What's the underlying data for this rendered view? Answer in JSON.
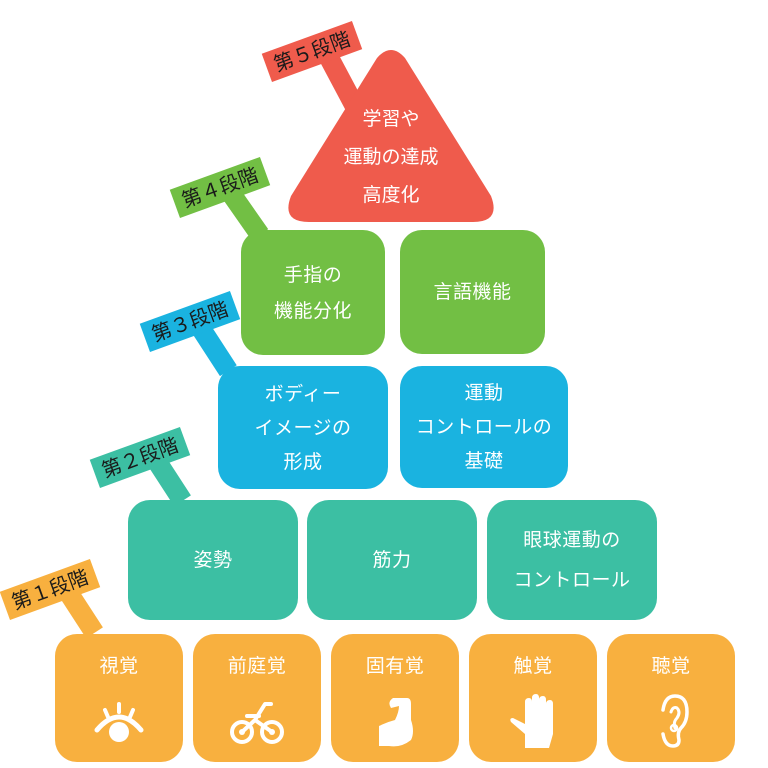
{
  "colors": {
    "stage5": "#EF5B4C",
    "stage4": "#72BF44",
    "stage3": "#1AB3E0",
    "stage2": "#3CBFA3",
    "stage1": "#F8B03F",
    "text_on_block": "#FFFFFF",
    "tag_text": "#1A1A1A"
  },
  "stages": [
    {
      "tag": "第１段階",
      "items": [
        {
          "label": "視覚",
          "icon": "eye-icon"
        },
        {
          "label": "前庭覚",
          "icon": "bicycle-icon"
        },
        {
          "label": "固有覚",
          "icon": "flexed-arm-icon"
        },
        {
          "label": "触覚",
          "icon": "hand-icon"
        },
        {
          "label": "聴覚",
          "icon": "ear-icon"
        }
      ]
    },
    {
      "tag": "第２段階",
      "items": [
        {
          "lines": [
            "姿勢"
          ]
        },
        {
          "lines": [
            "筋力"
          ]
        },
        {
          "lines": [
            "眼球運動の",
            "コントロール"
          ]
        }
      ]
    },
    {
      "tag": "第３段階",
      "items": [
        {
          "lines": [
            "ボディー",
            "イメージの",
            "形成"
          ]
        },
        {
          "lines": [
            "運動",
            "コントロールの",
            "基礎"
          ]
        }
      ]
    },
    {
      "tag": "第４段階",
      "items": [
        {
          "lines": [
            "手指の",
            "機能分化"
          ]
        },
        {
          "lines": [
            "言語機能"
          ]
        }
      ]
    },
    {
      "tag": "第５段階",
      "items": [
        {
          "lines": [
            "学習や",
            "運動の達成",
            "高度化"
          ]
        }
      ]
    }
  ]
}
